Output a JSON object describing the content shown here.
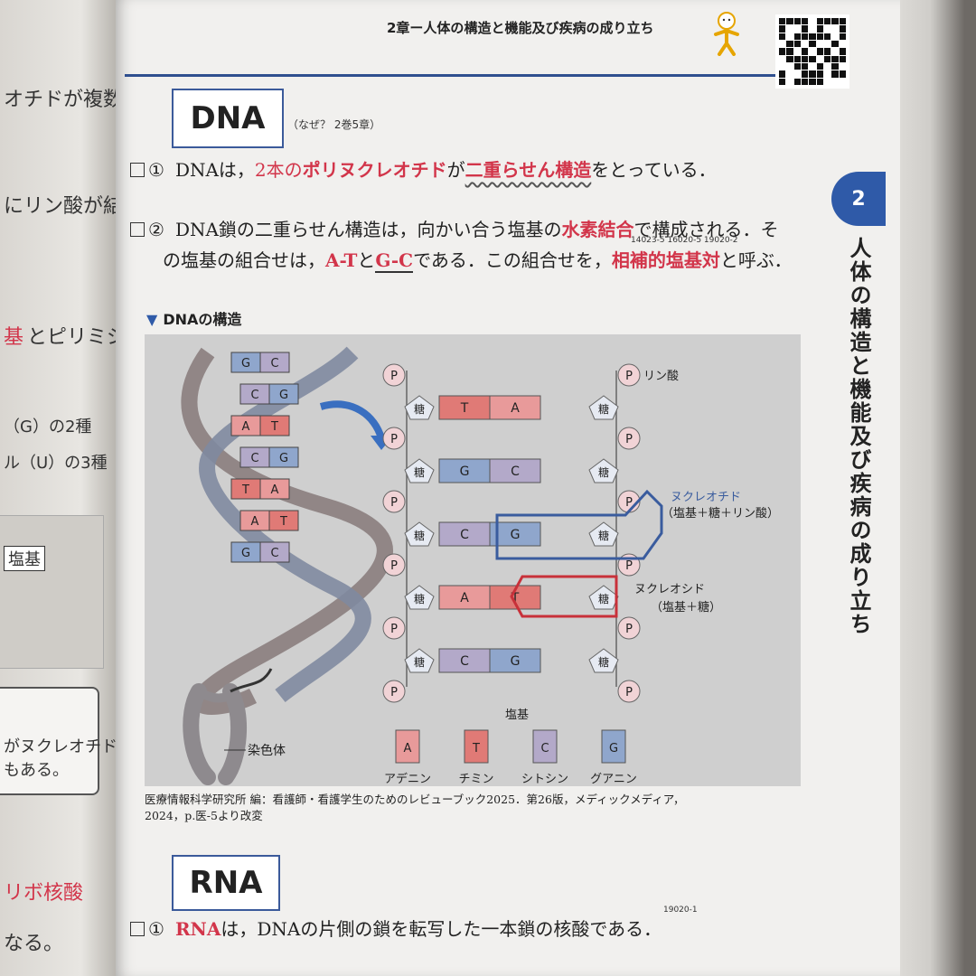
{
  "header": {
    "chapter": "2章ー人体の構造と機能及び疾病の成り立ち"
  },
  "dna_section": {
    "heading": "DNA",
    "note": "（なぜ？ 2巻5章）",
    "item1": {
      "num": "①",
      "t1": "DNAは，",
      "t2": "2本の",
      "t3": "ポリヌクレオチド",
      "t4": "が",
      "t5": "二重らせん構造",
      "t6": "をとっている．"
    },
    "item2": {
      "num": "②",
      "line1_a": "DNA鎖の二重らせん構造は，向かい合う塩基の",
      "line1_b": "水素結合",
      "line1_c": "で構成される．そ",
      "refs": "14023-5  16020-5  19020-2",
      "line2_a": "の塩基の組合せは，",
      "line2_b": "A-T",
      "line2_c": "と",
      "line2_d": "G-C",
      "line2_e": "である．この組合せを，",
      "line2_f": "相補的塩基対",
      "line2_g": "と呼ぶ．"
    }
  },
  "figure": {
    "title": "DNAの構造",
    "phosphate": "P",
    "sugar": "糖",
    "label_phosphate": "リン酸",
    "label_nucleotide": "ヌクレオチド",
    "label_nucleotide_sub": "（塩基＋糖＋リン酸）",
    "label_nucleoside": "ヌクレオシド",
    "label_nucleoside_sub": "（塩基＋糖）",
    "label_chromosome": "染色体",
    "label_bases": "塩基",
    "pairs": [
      [
        "T",
        "A"
      ],
      [
        "G",
        "C"
      ],
      [
        "C",
        "G"
      ],
      [
        "A",
        "T"
      ],
      [
        "C",
        "G"
      ]
    ],
    "helix_pairs": [
      [
        "G",
        "C"
      ],
      [
        "C",
        "G"
      ],
      [
        "A",
        "T"
      ],
      [
        "C",
        "G"
      ],
      [
        "T",
        "A"
      ],
      [
        "A",
        "T"
      ],
      [
        "G",
        "C"
      ]
    ],
    "legend": [
      {
        "letter": "A",
        "name": "アデニン"
      },
      {
        "letter": "T",
        "name": "チミン"
      },
      {
        "letter": "C",
        "name": "シトシン"
      },
      {
        "letter": "G",
        "name": "グアニン"
      }
    ],
    "colors": {
      "A": "#e89a9a",
      "T": "#e07a76",
      "C": "#b3a9c9",
      "G": "#8fa6cc",
      "phosphate": "#f1d3d6",
      "sugar": "#e6eaf2",
      "nucleotide": "#3a5c9e",
      "nucleoside": "#c8313a"
    }
  },
  "caption": {
    "line1": "医療情報科学研究所 編：看護師・看護学生のためのレビューブック2025．第26版，メディックメディア，",
    "line2": "2024，p.医-5より改変"
  },
  "rna_section": {
    "heading": "RNA",
    "refs": "19020-1",
    "item1": {
      "num": "①",
      "t1": "RNA",
      "t2": "は，DNAの片側の鎖を転写した一本鎖の核酸である．"
    }
  },
  "chapter_tab": {
    "number": "2",
    "title": "人体の構造と機能及び疾病の成り立ち"
  },
  "left_page": {
    "l1": "オチドが複数",
    "l2": "にリン酸が結合",
    "l3": "基",
    "l4": "とピリミジン",
    "l5": "（G）の2種",
    "l6": "ル（U）の3種",
    "l7": "塩基",
    "l8": "がヌクレオチド",
    "l9": "もある。",
    "l10": "リボ核酸",
    "l11": "なる。"
  }
}
